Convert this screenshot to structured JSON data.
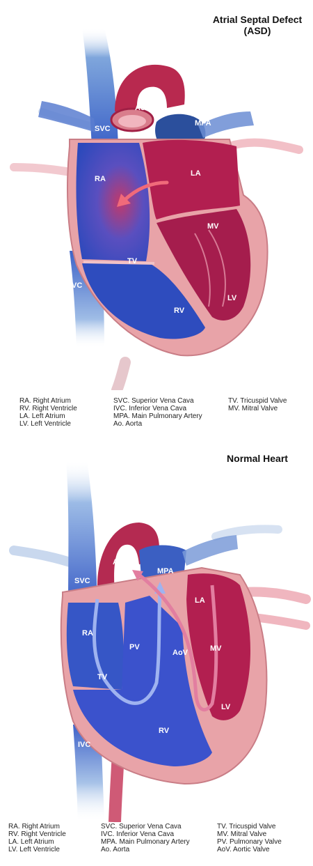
{
  "asd": {
    "title_line1": "Atrial Septal Defect",
    "title_line2": "(ASD)",
    "labels": {
      "svc": "SVC",
      "ao": "Ao",
      "mpa": "MPA",
      "ra": "RA",
      "la": "LA",
      "mv": "MV",
      "tv": "TV",
      "ivc": "IVC",
      "rv": "RV",
      "lv": "LV"
    },
    "legend": {
      "col1": [
        "RA. Right Atrium",
        "RV. Right Ventricle",
        "LA. Left Atrium",
        "LV. Left Ventricle"
      ],
      "col2": [
        "SVC. Superior Vena Cava",
        "IVC. Inferior Vena Cava",
        "MPA. Main Pulmonary Artery",
        "Ao. Aorta"
      ],
      "col3": [
        "TV. Tricuspid Valve",
        "MV. Mitral Valve"
      ]
    }
  },
  "normal": {
    "title": "Normal Heart",
    "labels": {
      "ao": "Ao",
      "mpa": "MPA",
      "svc": "SVC",
      "la": "LA",
      "ra": "RA",
      "pv": "PV",
      "aov": "AoV",
      "mv": "MV",
      "tv": "TV",
      "lv": "LV",
      "rv": "RV",
      "ivc": "IVC"
    },
    "legend": {
      "col1": [
        "RA. Right Atrium",
        "RV. Right Ventricle",
        "LA. Left Atrium",
        "LV. Left Ventricle"
      ],
      "col2": [
        "SVC. Superior Vena Cava",
        "IVC. Inferior Vena Cava",
        "MPA. Main Pulmonary Artery",
        "Ao. Aorta"
      ],
      "col3": [
        "TV. Tricuspid Valve",
        "MV. Mitral Valve",
        "PV. Pulmonary Valve",
        "AoV.  Aortic Valve"
      ]
    }
  },
  "colors": {
    "blue": "#2f4fc0",
    "blue_light": "#8fb0e0",
    "red": "#b51f4c",
    "pink": "#e8a3a8",
    "pink_light": "#f5c8cb"
  }
}
